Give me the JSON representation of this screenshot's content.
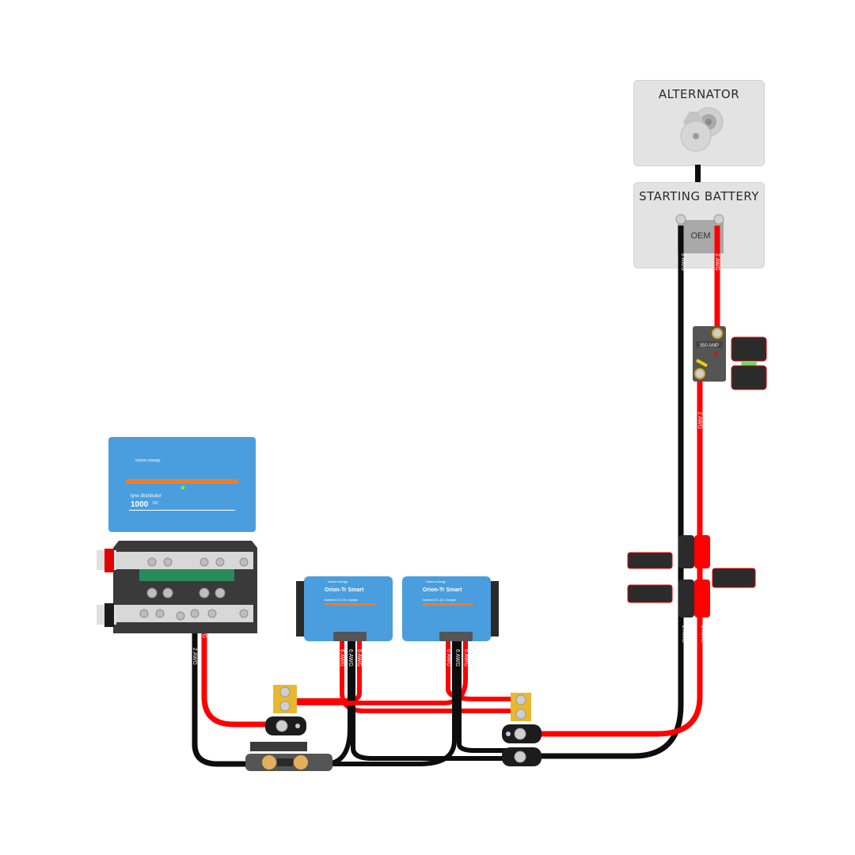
{
  "alternator": {
    "title": "ALTERNATOR"
  },
  "starting_battery": {
    "title": "STARTING BATTERY",
    "battery_label": "OEM"
  },
  "breaker": {
    "rating": "350 AMP"
  },
  "lynx": {
    "brand": "victron energy",
    "product": "lynx distributor",
    "rating": "1000",
    "unit": "DC"
  },
  "orions": [
    {
      "name": "Orion-Tr Smart",
      "subtitle": "isolated DC-DC charger",
      "brand": "victron energy"
    },
    {
      "name": "Orion-Tr Smart",
      "subtitle": "isolated DC-DC charger",
      "brand": "victron energy"
    }
  ],
  "wires": {
    "main_gauge": "2 AWG",
    "orion_gauge": "6 AWG"
  },
  "colors": {
    "positive": "#ff0000",
    "negative": "#0d0d0d",
    "victron_blue": "#4a9ede",
    "accent_orange": "#f07d2a",
    "panel": "#e3e3e3"
  }
}
